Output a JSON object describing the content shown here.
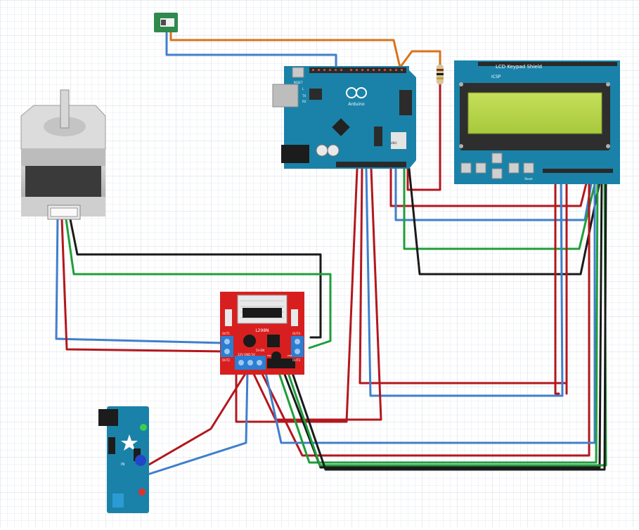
{
  "diagram": {
    "lcd_shield": {
      "title": "LCD Keypad Shield",
      "icsp": "ICSP",
      "reset_label": "Reset"
    },
    "arduino": {
      "brand": "Arduino",
      "reset_label": "RESET",
      "tx_label": "TX",
      "rx_label": "RX",
      "l_label": "L",
      "uno_label": "UNO"
    },
    "driver": {
      "chip_label": "L298N",
      "out1": "OUT1",
      "out2": "OUT2",
      "out3": "OUT3",
      "out4": "OUT4",
      "power_header": "12V GND 5V",
      "ena": "ENA",
      "enb": "ENB",
      "jumper": "5V-EN"
    },
    "power_module": {
      "label": "IN"
    },
    "wire_colors": {
      "red": "#b3171d",
      "blue": "#3f7fcc",
      "green": "#1f9e3a",
      "black": "#1a1a1a",
      "orange": "#d9731c"
    }
  }
}
